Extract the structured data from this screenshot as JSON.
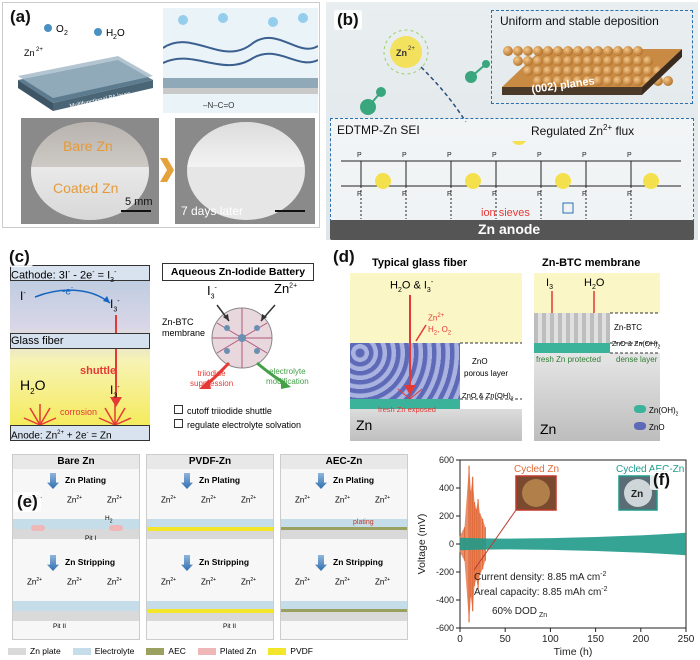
{
  "panel_a": {
    "label": "(a)",
    "top_labels": {
      "o2": "O",
      "o2_sub": "2",
      "h2o": "H",
      "h2o_sub": "2",
      "h2o_tail": "O",
      "zn": "Zn",
      "zn_sup": "2+",
      "pa_layer": "Multifunctional PA layer"
    },
    "chem_formula": "–N–C=O",
    "bare_zn": "Bare Zn",
    "coated_zn": "Coated Zn",
    "scale_bar": "5 mm",
    "days_later": "7 days later"
  },
  "panel_b": {
    "label": "(b)",
    "deposition_title": "Uniform and stable deposition",
    "planes": "(002) planes",
    "sei_label": "EDTMP-Zn SEI",
    "flux_label": "Regulated Zn",
    "flux_sup": "2+",
    "flux_tail": " flux",
    "ion_sieves": "ion sieves",
    "anode": "Zn anode",
    "zn_ion": "Zn",
    "zn_ion_sup": "2+"
  },
  "panel_c": {
    "label": "(c)",
    "cathode": "Cathode: 3I",
    "cathode_sup1": "-",
    "cathode_mid": " - 2e",
    "cathode_sup2": "-",
    "cathode_end": " = I",
    "cathode_sub": "3",
    "cathode_sup3": "-",
    "iodide": "I",
    "iodide_sup": "-",
    "electron": "-e",
    "electron_sup": "-",
    "triiodide": "I",
    "triiodide_sub": "3",
    "triiodide_sup": "-",
    "glass_fiber": "Glass fiber",
    "shuttle": "shuttle",
    "water": "H",
    "water_sub": "2",
    "water_tail": "O",
    "corrosion": "corrosion",
    "anode": "Anode: Zn",
    "anode_sup1": "2+",
    "anode_mid": " + 2e",
    "anode_sup2": "-",
    "anode_end": " = Zn",
    "battery_title": "Aqueous Zn-Iodide Battery",
    "membrane_line1": "Zn-BTC",
    "membrane_line2": "membrane",
    "i3_label": "I",
    "i3_sub": "3",
    "i3_sup": "-",
    "zn2": "Zn",
    "zn2_sup": "2+",
    "triiodide_line1": "triiodide",
    "triiodide_line2": "suppression",
    "electrolyte_line1": "electrolyte",
    "electrolyte_line2": "modification",
    "legend1": "cutoff triiodide shuttle",
    "legend2": "regulate electrolyte solvation"
  },
  "panel_d": {
    "label": "(d)",
    "typical": "Typical glass fiber",
    "left_top": "H",
    "left_top_sub": "2",
    "left_top_tail": "O & I",
    "left_top_sub2": "3",
    "left_top_sup": "-",
    "zn2": "Zn",
    "zn2_sup": "2+",
    "h2o2": "H",
    "h2o2_sub": "2",
    "h2o2_tail": ", O",
    "h2o2_sub2": "2",
    "zno": "ZnO",
    "porous": "porous layer",
    "zno_zn": "ZnO & Zn(OH)",
    "zno_zn_sub": "2",
    "fresh_exposed": "fresh Zn exposed",
    "zn": "Zn",
    "btc_title": "Zn-BTC membrane",
    "i3": "I",
    "i3_sub": "3",
    "h2o": "H",
    "h2o_sub": "2",
    "h2o_tail": "O",
    "zn_btc": "Zn-BTC",
    "zno_zn2": "ZnO & Zn(OH)",
    "zno_zn2_sub": "2",
    "fresh_protected": "fresh Zn protected",
    "dense": "dense layer",
    "zn_right": "Zn",
    "legend_zn_oh": "Zn(OH)",
    "legend_zn_oh_sub": "2",
    "legend_zno": "ZnO"
  },
  "panel_e": {
    "label": "(e)",
    "columns": [
      {
        "title": "Bare Zn",
        "plating": "Zn Plating",
        "stripping": "Zn Stripping",
        "pit1": "Pit I",
        "pit2": "Pit II",
        "h2": "H",
        "h2_sub": "2"
      },
      {
        "title": "PVDF-Zn",
        "plating": "Zn Plating",
        "stripping": "Zn Stripping",
        "pit2": "Pit II"
      },
      {
        "title": "AEC-Zn",
        "plating": "Zn Plating",
        "stripping": "Zn Stripping",
        "plating_label": "plating"
      }
    ],
    "zn_ion": "Zn",
    "zn_ion_sup": "2+",
    "legend": [
      {
        "name": "Zn plate",
        "color": "#d9d9d9"
      },
      {
        "name": "Electrolyte",
        "color": "#c5dde8"
      },
      {
        "name": "AEC",
        "color": "#9aa060"
      },
      {
        "name": "Plated Zn",
        "color": "#efb7b7"
      },
      {
        "name": "PVDF",
        "color": "#f2e52a"
      }
    ]
  },
  "panel_f": {
    "label": "(f)",
    "cycled_zn": "Cycled Zn",
    "cycled_aec": "Cycled AEC-Zn",
    "inset_zn": "Zn",
    "current_density": "Current density: 8.85 mA cm",
    "current_density_sup": "-2",
    "areal_capacity": "Areal capacity: 8.85 mAh cm",
    "areal_capacity_sup": "-2",
    "dod": "60% DOD",
    "dod_sub": "Zn",
    "colors": {
      "zn": "#e06a3a",
      "aec": "#1f9a8a"
    }
  },
  "chart_data": {
    "type": "line",
    "xlabel": "Time (h)",
    "ylabel": "Voltage (mV)",
    "xlim": [
      0,
      250
    ],
    "ylim": [
      -600,
      600
    ],
    "xticks": [
      0,
      50,
      100,
      150,
      200,
      250
    ],
    "yticks": [
      -600,
      -400,
      -200,
      0,
      200,
      400,
      600
    ],
    "series": [
      {
        "name": "Cycled Zn",
        "x": [
          0,
          5,
          10,
          12,
          14,
          16,
          18,
          20,
          22,
          25,
          28
        ],
        "upper": [
          60,
          120,
          560,
          380,
          480,
          300,
          250,
          320,
          220,
          180,
          120
        ],
        "lower": [
          -60,
          -120,
          -560,
          -380,
          -480,
          -300,
          -250,
          -320,
          -220,
          -180,
          -120
        ]
      },
      {
        "name": "Cycled AEC-Zn",
        "x": [
          0,
          25,
          50,
          100,
          150,
          200,
          230,
          250
        ],
        "upper": [
          45,
          40,
          38,
          42,
          50,
          62,
          72,
          80
        ],
        "lower": [
          -45,
          -40,
          -38,
          -42,
          -50,
          -62,
          -72,
          -80
        ]
      }
    ]
  }
}
